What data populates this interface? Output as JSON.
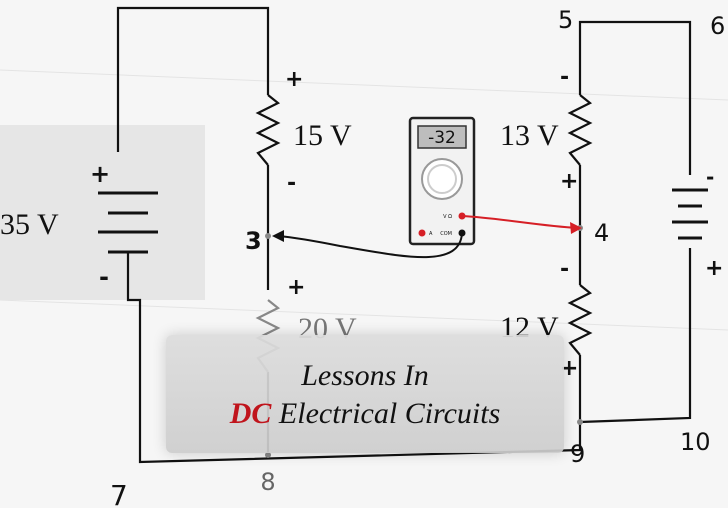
{
  "source": {
    "label": "35 V",
    "plus": "+",
    "minus": "-"
  },
  "battery_right": {
    "plus": "+",
    "minus": "-"
  },
  "resistors": {
    "r15": {
      "label": "15 V",
      "plus": "+",
      "minus": "-"
    },
    "r20": {
      "label": "20 V",
      "plus": "+"
    },
    "r13": {
      "label": "13 V",
      "plus": "+",
      "minus": "-"
    },
    "r12": {
      "label": "12 V",
      "plus": "+",
      "minus": "-"
    }
  },
  "nodes": {
    "n3": "3",
    "n4": "4",
    "n5": "5",
    "n6": "6",
    "n7": "7",
    "n8": "8",
    "n9": "9",
    "n10": "10"
  },
  "meter": {
    "display": "-32",
    "jack_v": "V Ω",
    "jack_a": "A",
    "jack_com": "COM"
  },
  "colors": {
    "probe_red": "#d61f26",
    "probe_black": "#111111",
    "accent": "#c0141c"
  },
  "title": {
    "line1": "Lessons In",
    "accent": "DC",
    "line2_rest": "Electrical Circuits"
  }
}
